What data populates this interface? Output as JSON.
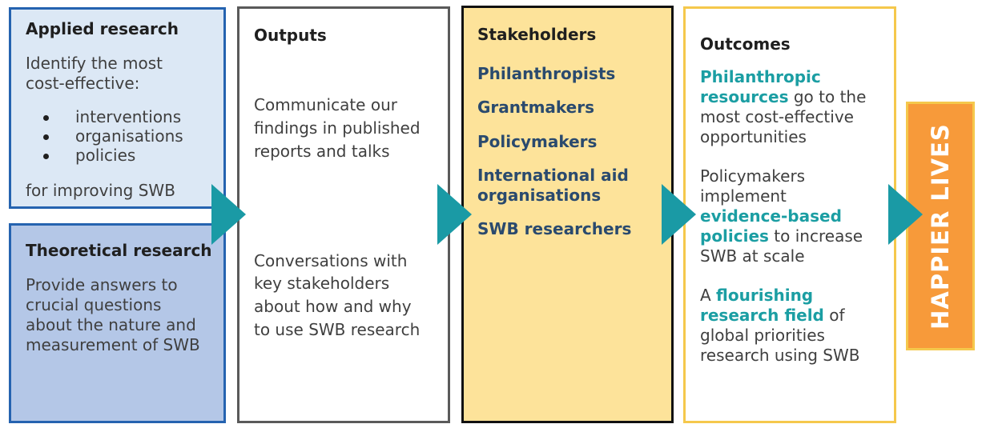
{
  "applied": {
    "title": "Applied research",
    "line1": "Identify the most",
    "line2": "cost-effective:",
    "bullets": [
      "interventions",
      "organisations",
      "policies"
    ],
    "footer": "for improving SWB",
    "border_color": "#2563b0",
    "fill_color": "#dce8f5"
  },
  "theoretical": {
    "title": "Theoretical research",
    "lines": [
      "Provide answers to",
      "crucial questions",
      "about the nature and",
      "measurement of SWB"
    ],
    "border_color": "#2563b0",
    "fill_color": "#b4c7e7"
  },
  "outputs": {
    "title": "Outputs",
    "item1": [
      "Communicate our",
      "findings in published",
      "reports and talks"
    ],
    "item2": [
      "Conversations with",
      "key stakeholders",
      "about how and why",
      "to use SWB research"
    ],
    "border_color": "#5a5a5a"
  },
  "stakeholders": {
    "title": "Stakeholders",
    "items": [
      "Philanthropists",
      "Grantmakers",
      "Policymakers",
      "International aid",
      "organisations",
      "SWB researchers"
    ],
    "border_color": "#111111",
    "fill_color": "#fde39a"
  },
  "outcomes": {
    "title": "Outcomes",
    "o1": {
      "hl1": "Philanthropic",
      "hl2": "resources",
      "t2": " go to the",
      "t3": "most cost-effective",
      "t4": "opportunities"
    },
    "o2": {
      "t1": "Policymakers",
      "t2": "implement",
      "hl3": "evidence-based",
      "hl4": "policies",
      "t4": " to increase",
      "t5": "SWB at scale"
    },
    "o3": {
      "t1": "A ",
      "hl1": "flourishing",
      "hl2": "research field",
      "t2": " of",
      "t3": "global priorities",
      "t4": "research using SWB"
    },
    "border_color": "#f5c84c",
    "highlight_color": "#1b9ea3"
  },
  "final": {
    "label": "HAPPIER LIVES",
    "fill_color": "#f79a3a",
    "border_color": "#f5c84c"
  },
  "arrow_color": "#1a9aa5"
}
